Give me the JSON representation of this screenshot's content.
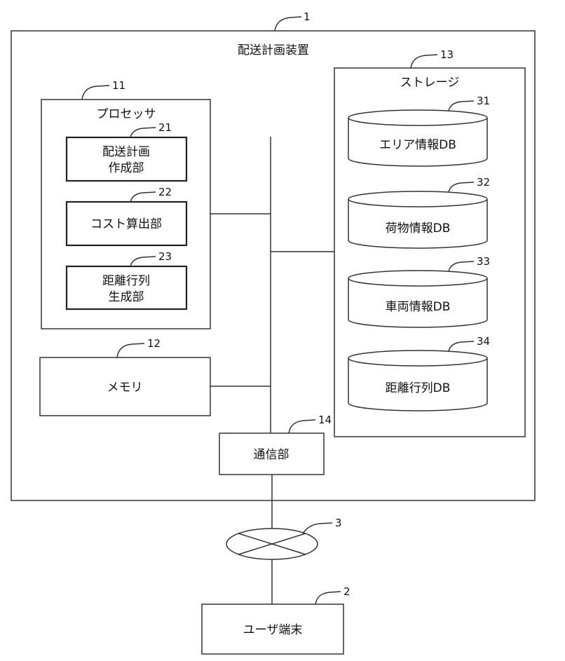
{
  "device": {
    "ref": "1",
    "label": "配送計画装置"
  },
  "processor": {
    "ref": "11",
    "label": "プロセッサ"
  },
  "plan_creator": {
    "ref": "21",
    "line1": "配送計画",
    "line2": "作成部"
  },
  "cost_calculator": {
    "ref": "22",
    "label": "コスト算出部"
  },
  "distance_matrix_generator": {
    "ref": "23",
    "line1": "距離行列",
    "line2": "生成部"
  },
  "memory": {
    "ref": "12",
    "label": "メモリ"
  },
  "storage": {
    "ref": "13",
    "label": "ストレージ"
  },
  "area_db": {
    "ref": "31",
    "label": "エリア情報DB"
  },
  "cargo_db": {
    "ref": "32",
    "label": "荷物情報DB"
  },
  "vehicle_db": {
    "ref": "33",
    "label": "車両情報DB"
  },
  "distance_db": {
    "ref": "34",
    "label": "距離行列DB"
  },
  "communication": {
    "ref": "14",
    "label": "通信部"
  },
  "network": {
    "ref": "3"
  },
  "user_terminal": {
    "ref": "2",
    "label": "ユーザ端末"
  }
}
